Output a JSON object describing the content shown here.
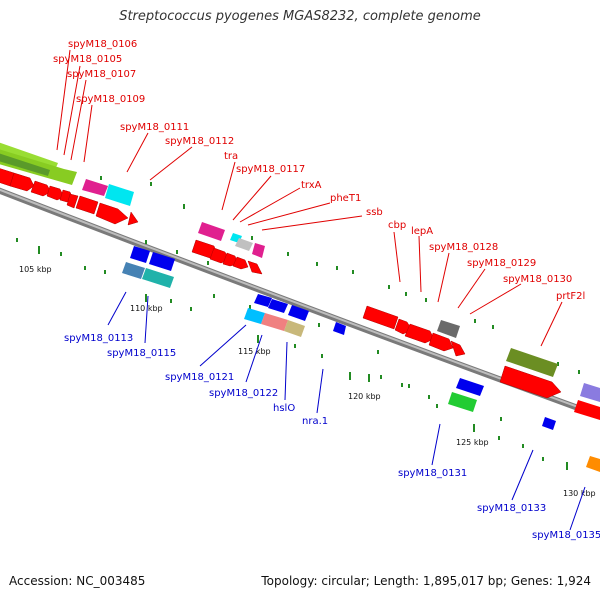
{
  "title": "Streptococcus pyogenes MGAS8232, complete genome",
  "footer": {
    "accession": "Accession: NC_003485",
    "summary": "Topology: circular; Length: 1,895,017 bp; Genes: 1,924"
  },
  "colors": {
    "forward_label": "#e00000",
    "reverse_label": "#0000cc",
    "backbone": "#8c8c8c",
    "ticks": "#228b22",
    "tick_label": "#111111"
  },
  "scale_labels": [
    {
      "text": "105 kbp"
    },
    {
      "text": "110 kbp"
    },
    {
      "text": "115 kbp"
    },
    {
      "text": "120 kbp"
    },
    {
      "text": "125 kbp"
    },
    {
      "text": "130 kbp"
    }
  ],
  "forward_labels": [
    {
      "text": "spyM18_0106"
    },
    {
      "text": "spyM18_0105"
    },
    {
      "text": "spyM18_0107"
    },
    {
      "text": "spyM18_0109"
    },
    {
      "text": "spyM18_0111"
    },
    {
      "text": "spyM18_0112"
    },
    {
      "text": "tra"
    },
    {
      "text": "spyM18_0117"
    },
    {
      "text": "trxA"
    },
    {
      "text": "pheT1"
    },
    {
      "text": "ssb"
    },
    {
      "text": "cbp"
    },
    {
      "text": "lepA"
    },
    {
      "text": "spyM18_0128"
    },
    {
      "text": "spyM18_0129"
    },
    {
      "text": "spyM18_0130"
    },
    {
      "text": "prtF2l"
    }
  ],
  "reverse_labels": [
    {
      "text": "spyM18_0113"
    },
    {
      "text": "spyM18_0115"
    },
    {
      "text": "spyM18_0121"
    },
    {
      "text": "spyM18_0122"
    },
    {
      "text": "hslO"
    },
    {
      "text": "nra.1"
    },
    {
      "text": "spyM18_0131"
    },
    {
      "text": "spyM18_0133"
    },
    {
      "text": "spyM18_0135"
    }
  ]
}
